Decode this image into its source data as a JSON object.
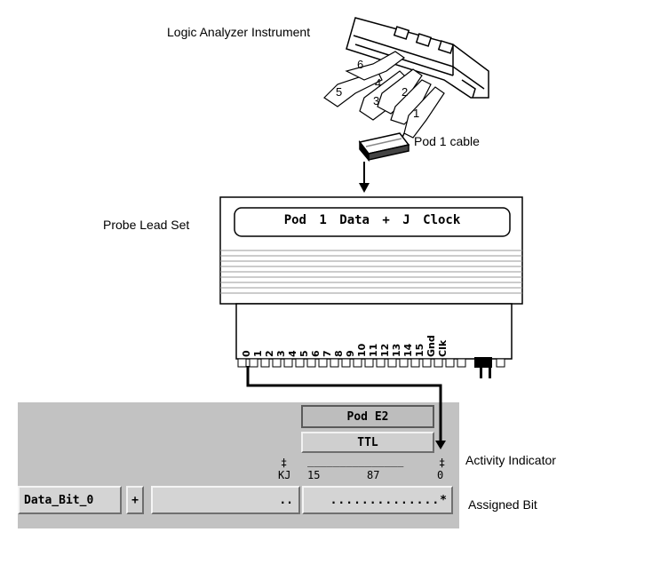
{
  "labels": {
    "instrument": "Logic Analyzer Instrument",
    "pod_cable": "Pod 1 cable",
    "probe_lead_set": "Probe Lead Set",
    "activity_indicator": "Activity Indicator",
    "assigned_bit": "Assigned Bit"
  },
  "probe": {
    "title": "Pod 1 Data + J Clock",
    "pins": [
      "0",
      "1",
      "2",
      "3",
      "4",
      "5",
      "6",
      "7",
      "8",
      "9",
      "10",
      "11",
      "12",
      "13",
      "14",
      "15",
      "Gnd",
      "Clk"
    ]
  },
  "cable_numbers": [
    "1",
    "2",
    "3",
    "4",
    "5",
    "6"
  ],
  "setup_panel": {
    "pod_name": "Pod E2",
    "threshold": "TTL",
    "clock_indicator": "‡",
    "clock_labels": "KJ",
    "data_indicator": "‡",
    "bit_ruler": "_______________",
    "bit_labels": {
      "left": "15",
      "mid": "87",
      "right": "0"
    },
    "label_field": "Data_Bit_0",
    "plus_button": "+",
    "clock_bits": "..",
    "data_bits": "..............*"
  }
}
